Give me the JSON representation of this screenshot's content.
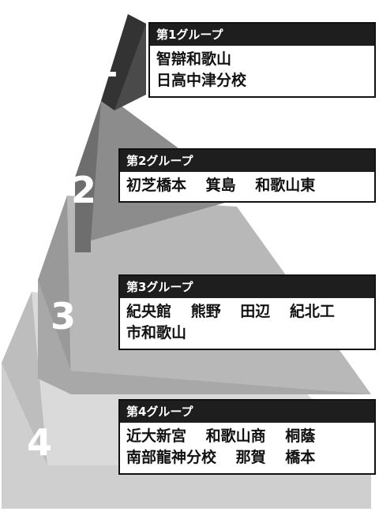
{
  "groups": [
    {
      "number": "1",
      "title": "第1グループ",
      "rows": [
        [
          "智辯和歌山"
        ],
        [
          "日高中津分校"
        ]
      ]
    },
    {
      "number": "2",
      "title": "第2グループ",
      "rows": [
        [
          "初芝橋本",
          "箕島",
          "和歌山東"
        ]
      ]
    },
    {
      "number": "3",
      "title": "第3グループ",
      "rows": [
        [
          "紀央館",
          "熊野",
          "田辺",
          "紀北工"
        ],
        [
          "市和歌山"
        ]
      ]
    },
    {
      "number": "4",
      "title": "第4グループ",
      "rows": [
        [
          "近大新宮",
          "和歌山商",
          "桐蔭"
        ],
        [
          "南部龍神分校",
          "那賀",
          "橋本"
        ]
      ]
    }
  ],
  "colors": {
    "tier1": "#4a4a4a",
    "tier2": "#7a7a7a",
    "tier3": "#a8a8a8",
    "tier4": "#d2d2d2",
    "card_head": "#1e1e1e"
  }
}
